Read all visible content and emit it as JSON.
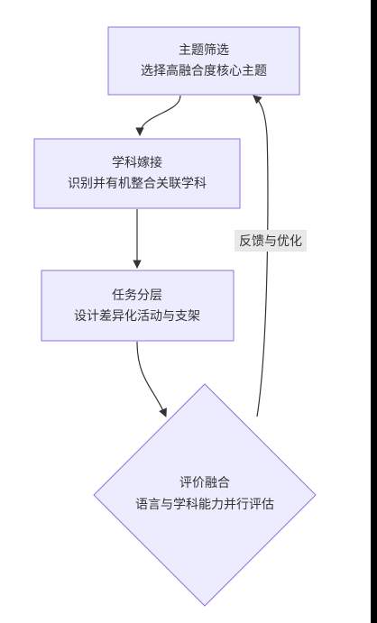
{
  "colors": {
    "node_fill": "#ececff",
    "node_stroke": "#9370db",
    "edge": "#333333",
    "label_bg": "#e8e8e8"
  },
  "nodes": {
    "topic": {
      "title": "主题筛选",
      "subtitle": "选择高融合度核心主题"
    },
    "bridge": {
      "title": "学科嫁接",
      "subtitle": "识别并有机整合关联学科"
    },
    "tasks": {
      "title": "任务分层",
      "subtitle": "设计差异化活动与支架"
    },
    "evaluation": {
      "title": "评价融合",
      "subtitle": "语言与学科能力并行评估"
    }
  },
  "edges": {
    "feedback_label": "反馈与优化"
  }
}
